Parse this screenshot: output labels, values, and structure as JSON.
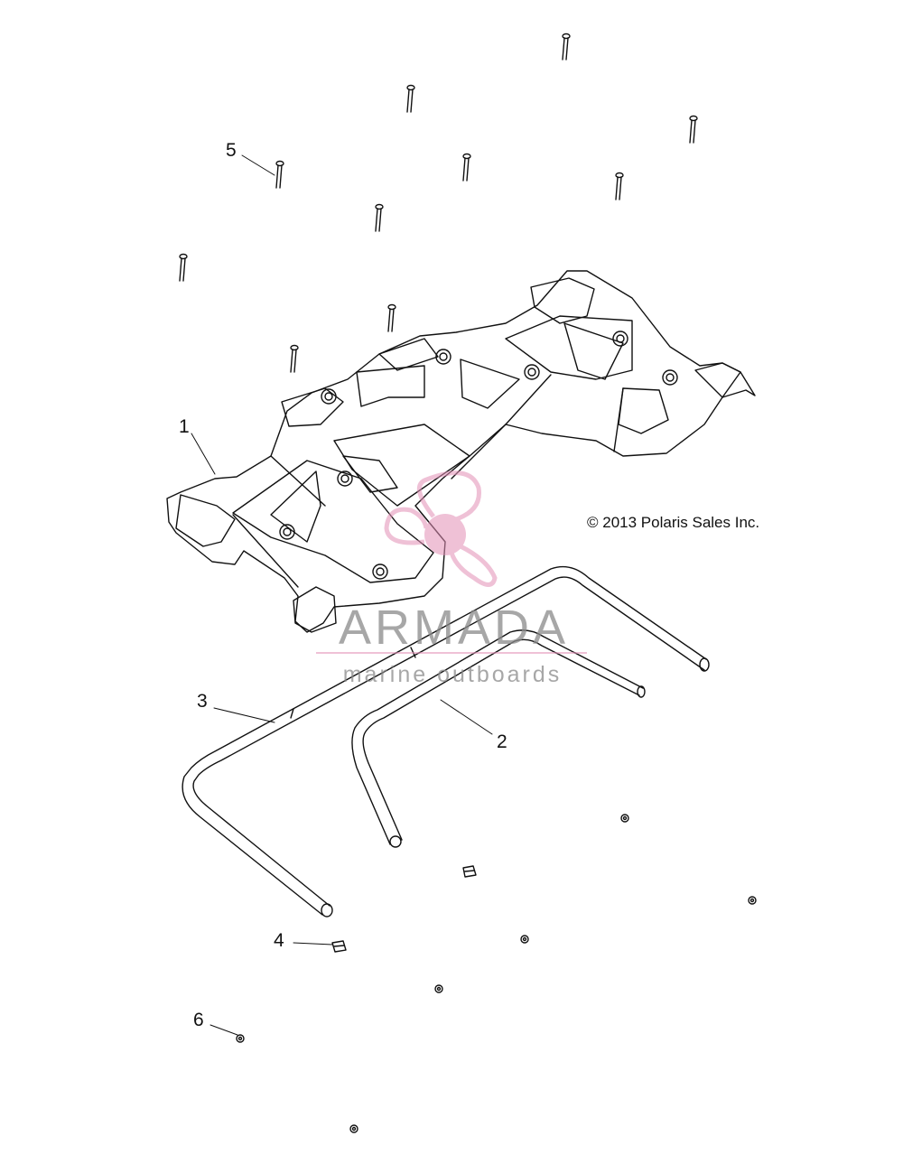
{
  "copyright": "© 2013 Polaris Sales Inc.",
  "watermark": {
    "brand": "ARMADA",
    "tagline": "marine outboards",
    "accent_color": "#e28fb6",
    "text_color": "#8a8a8a"
  },
  "callouts": {
    "c1": "1",
    "c2": "2",
    "c3": "3",
    "c4": "4",
    "c5": "5",
    "c6": "6"
  },
  "parts": [
    {
      "ref": "1",
      "description": "rack"
    },
    {
      "ref": "2",
      "description": "rear tube"
    },
    {
      "ref": "3",
      "description": "front tube"
    },
    {
      "ref": "4",
      "description": "clip"
    },
    {
      "ref": "5",
      "description": "screw"
    },
    {
      "ref": "6",
      "description": "nut"
    }
  ]
}
